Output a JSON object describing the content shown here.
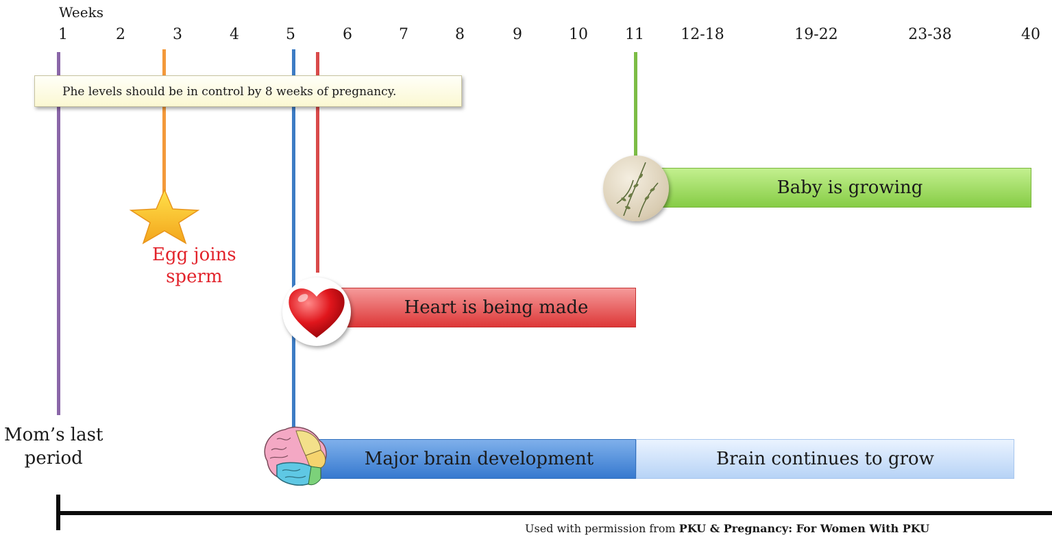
{
  "header": {
    "label": "Weeks",
    "ticks": [
      "1",
      "2",
      "3",
      "4",
      "5",
      "6",
      "7",
      "8",
      "9",
      "10",
      "11",
      "12-18",
      "19-22",
      "23-38",
      "40"
    ]
  },
  "note": "Phe levels should be in control by 8 weeks of pregnancy.",
  "events": {
    "period_line1": "Mom’s last",
    "period_line2": "period",
    "egg_line1": "Egg joins",
    "egg_line2": "sperm"
  },
  "bars": {
    "baby": "Baby is growing",
    "heart": "Heart is being made",
    "brain_major": "Major brain development",
    "brain_continue": "Brain continues to grow"
  },
  "credit": {
    "prefix": "Used with permission from ",
    "source": "PKU & Pregnancy: For Women With PKU"
  },
  "colors": {
    "period": "#8a66a8",
    "egg": "#f3993a",
    "brain": "#3d7cc4",
    "heart": "#d94a4a",
    "baby": "#7cbd45",
    "egg_text": "#e2232b"
  },
  "icons": [
    "star-icon",
    "heart-icon",
    "brain-icon",
    "plant-medallion-icon"
  ]
}
